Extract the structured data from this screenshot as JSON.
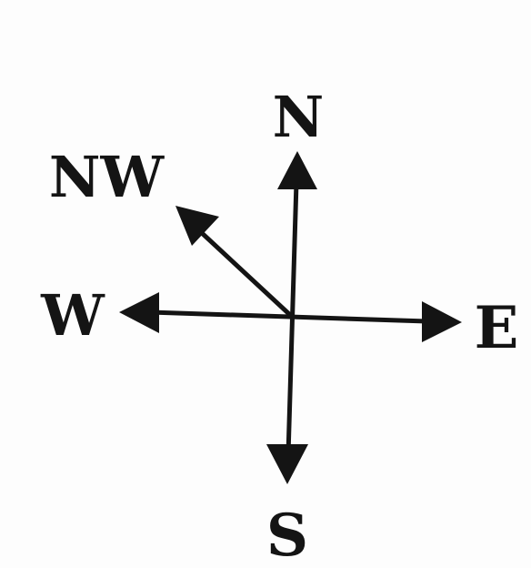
{
  "labels": {
    "north": "N",
    "south": "S",
    "east": "E",
    "west": "W",
    "northwest": "NW"
  },
  "colors": {
    "ink": "#141414",
    "background": "#fdfdfd"
  }
}
